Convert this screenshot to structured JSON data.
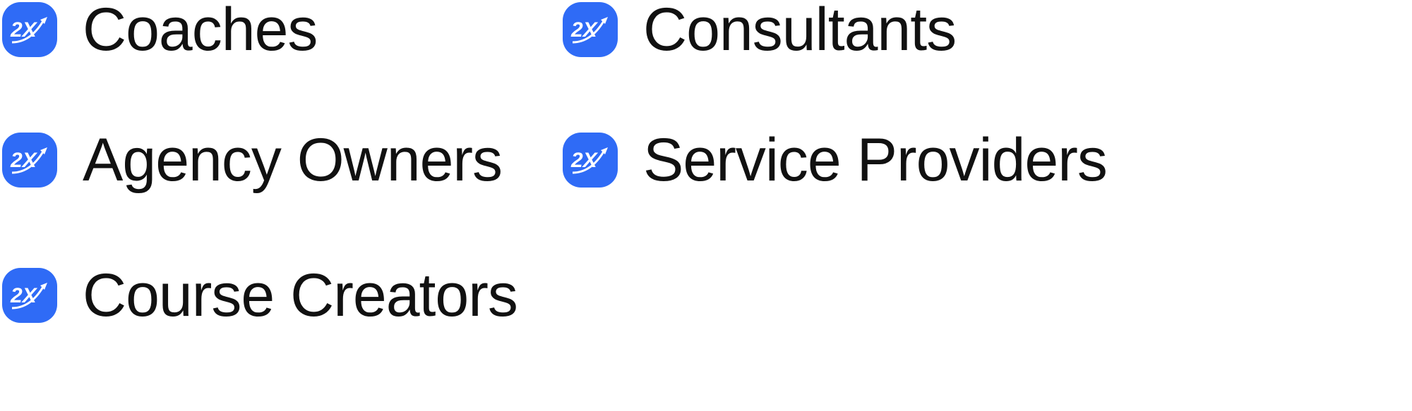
{
  "brand": {
    "logo_text": "2X",
    "accent": "#2f6bf6"
  },
  "items": [
    {
      "label": "Coaches"
    },
    {
      "label": "Consultants"
    },
    {
      "label": "Agency Owners"
    },
    {
      "label": "Service Providers"
    },
    {
      "label": "Course Creators"
    }
  ]
}
